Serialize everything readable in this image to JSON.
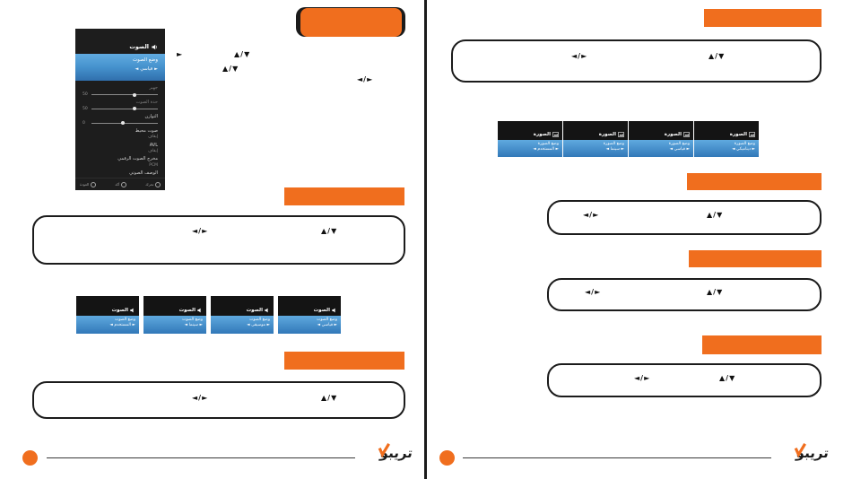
{
  "symbols": {
    "left_right": "◄/►",
    "up_down": "▲/▼",
    "play": "►",
    "left": "◄",
    "right": "►"
  },
  "logo": {
    "text": "تريبو"
  },
  "left_page": {
    "menu": {
      "title": "الصوت",
      "selected": {
        "label": "وضع الصوت",
        "value": "قياسي"
      },
      "sliders": [
        {
          "label": "جهير",
          "value": "50"
        },
        {
          "label": "حدة الصوت",
          "value": "50"
        },
        {
          "label": "التوازن",
          "value": "0"
        }
      ],
      "options": [
        {
          "label": "صوت محيط",
          "value": "إيقاف"
        },
        {
          "label": "AVL",
          "value": "إيقاف"
        },
        {
          "label": "مخرج الصوت الرقمي",
          "value": "PCM"
        },
        {
          "label": "الوصف الصوتي",
          "value": ""
        }
      ],
      "hints": [
        {
          "label": "تحرك"
        },
        {
          "label": "أكد"
        },
        {
          "label": "العودة"
        }
      ]
    },
    "minis": {
      "title": "الصوت",
      "row_label": "وضع الصوت",
      "modes": [
        "قياسي",
        "موسيقى",
        "سينما",
        "المستخدم"
      ]
    }
  },
  "right_page": {
    "minis": {
      "title": "الصورة",
      "row_label": "وضع الصورة",
      "modes": [
        "ديناميكي",
        "قياسي",
        "سينما",
        "المستخدم"
      ]
    }
  }
}
